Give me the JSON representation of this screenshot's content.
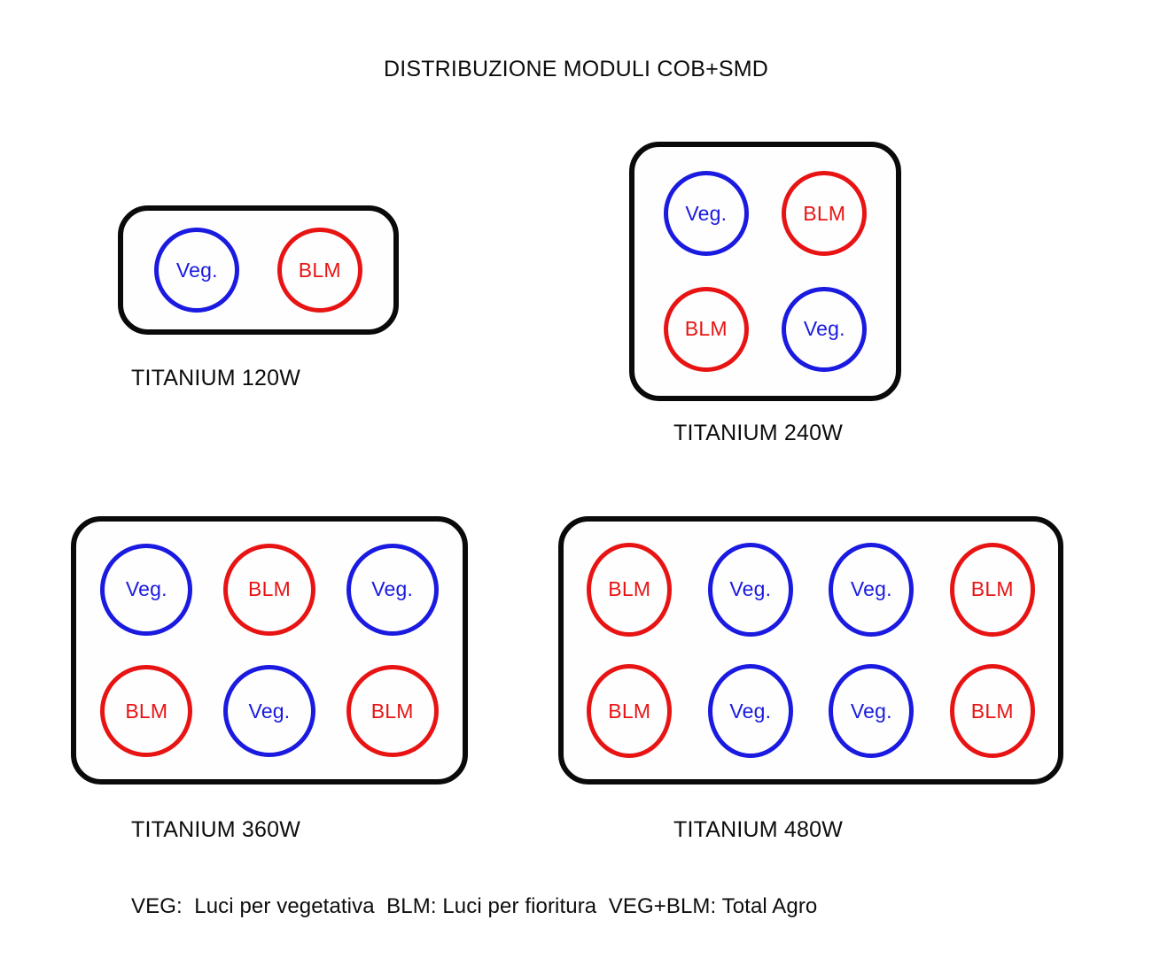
{
  "title": "DISTRIBUZIONE MODULI COB+SMD",
  "colors": {
    "veg": "#1a1ae0",
    "blm": "#e81414",
    "panel_border": "#0a0a0a",
    "text": "#0d0d0d",
    "background": "#ffffff"
  },
  "panels": [
    {
      "label": "TITANIUM 120W",
      "columns": 2,
      "rows": 1,
      "modules": [
        {
          "text": "Veg.",
          "kind": "veg"
        },
        {
          "text": "BLM",
          "kind": "blm"
        }
      ]
    },
    {
      "label": "TITANIUM 240W",
      "columns": 2,
      "rows": 2,
      "modules": [
        {
          "text": "Veg.",
          "kind": "veg"
        },
        {
          "text": "BLM",
          "kind": "blm"
        },
        {
          "text": "BLM",
          "kind": "blm"
        },
        {
          "text": "Veg.",
          "kind": "veg"
        }
      ]
    },
    {
      "label": "TITANIUM 360W",
      "columns": 3,
      "rows": 2,
      "modules": [
        {
          "text": "Veg.",
          "kind": "veg"
        },
        {
          "text": "BLM",
          "kind": "blm"
        },
        {
          "text": "Veg.",
          "kind": "veg"
        },
        {
          "text": "BLM",
          "kind": "blm"
        },
        {
          "text": "Veg.",
          "kind": "veg"
        },
        {
          "text": "BLM",
          "kind": "blm"
        }
      ]
    },
    {
      "label": "TITANIUM 480W",
      "columns": 4,
      "rows": 2,
      "modules": [
        {
          "text": "BLM",
          "kind": "blm"
        },
        {
          "text": "Veg.",
          "kind": "veg"
        },
        {
          "text": "Veg.",
          "kind": "veg"
        },
        {
          "text": "BLM",
          "kind": "blm"
        },
        {
          "text": "BLM",
          "kind": "blm"
        },
        {
          "text": "Veg.",
          "kind": "veg"
        },
        {
          "text": "Veg.",
          "kind": "veg"
        },
        {
          "text": "BLM",
          "kind": "blm"
        }
      ]
    }
  ],
  "legend": {
    "full_text": "VEG:  Luci per vegetativa  BLM: Luci per fioritura  VEG+BLM: Total Agro",
    "entries": [
      {
        "key": "VEG:",
        "description": "Luci per vegetativa"
      },
      {
        "key": "BLM:",
        "description": "Luci per fioritura"
      },
      {
        "key": "VEG+BLM:",
        "description": "Total Agro"
      }
    ]
  }
}
